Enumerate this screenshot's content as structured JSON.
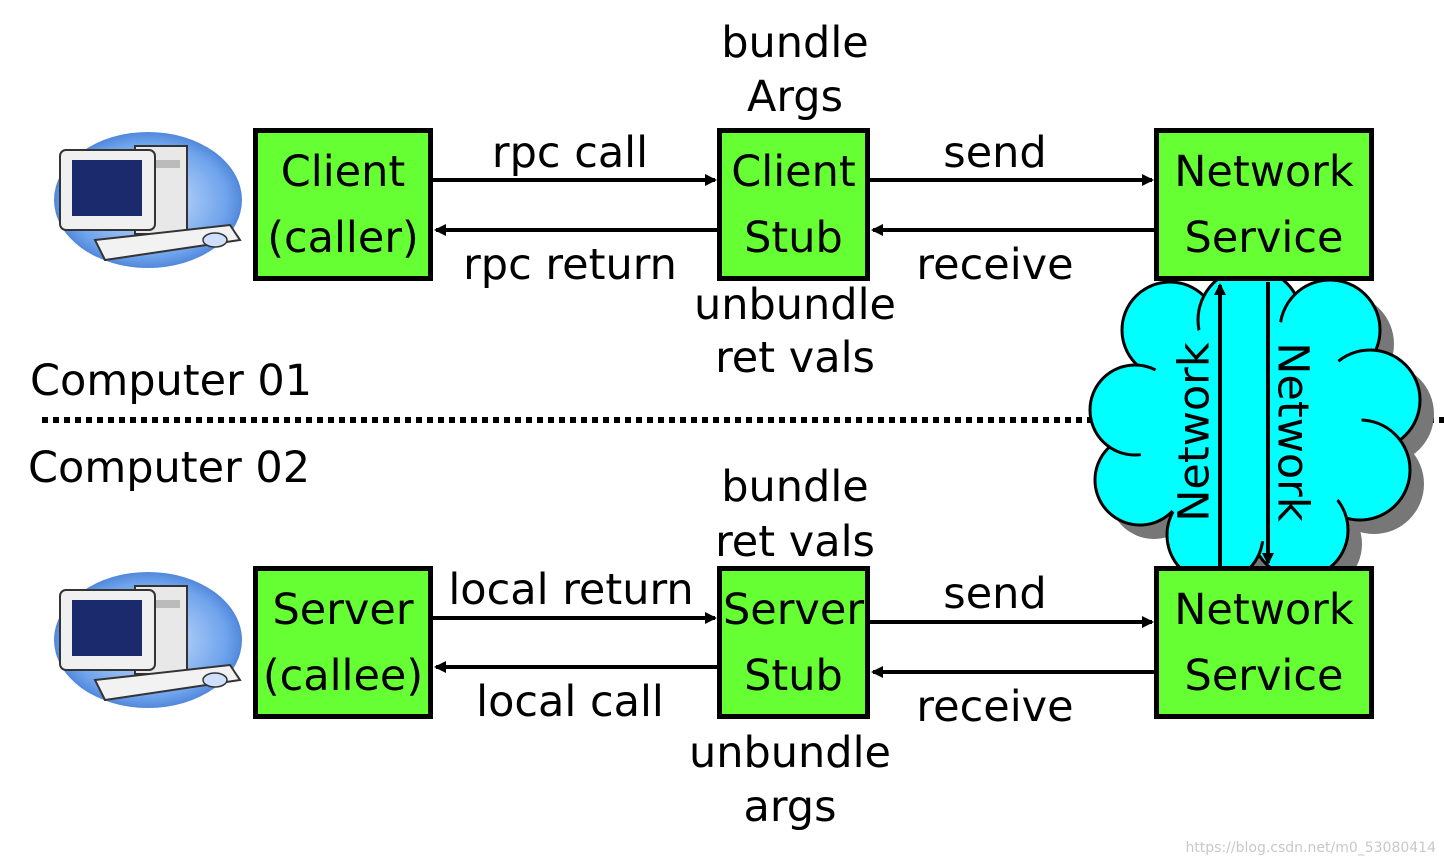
{
  "top": {
    "client_box": [
      "Client",
      "(caller)"
    ],
    "client_stub_box": [
      "Client",
      "Stub"
    ],
    "network_service_box": [
      "Network",
      "Service"
    ],
    "rpc_call": "rpc call",
    "rpc_return": "rpc return",
    "send": "send",
    "receive": "receive",
    "bundle": "bundle",
    "args": "Args",
    "unbundle": "unbundle",
    "ret_vals": "ret vals",
    "computer_label": "Computer 01"
  },
  "bottom": {
    "server_box": [
      "Server",
      "(callee)"
    ],
    "server_stub_box": [
      "Server",
      "Stub"
    ],
    "network_service_box": [
      "Network",
      "Service"
    ],
    "local_return": "local return",
    "local_call": "local call",
    "send": "send",
    "receive": "receive",
    "bundle": "bundle",
    "ret_vals": "ret vals",
    "unbundle": "unbundle",
    "args": "args",
    "computer_label": "Computer 02"
  },
  "network": {
    "left_label": "Network",
    "right_label": "Network"
  },
  "watermark": "https://blog.csdn.net/m0_53080414",
  "colors": {
    "box_fill": "#66ff33",
    "cloud_fill": "#00ffff",
    "monitor_base": "#6a9fe0"
  }
}
